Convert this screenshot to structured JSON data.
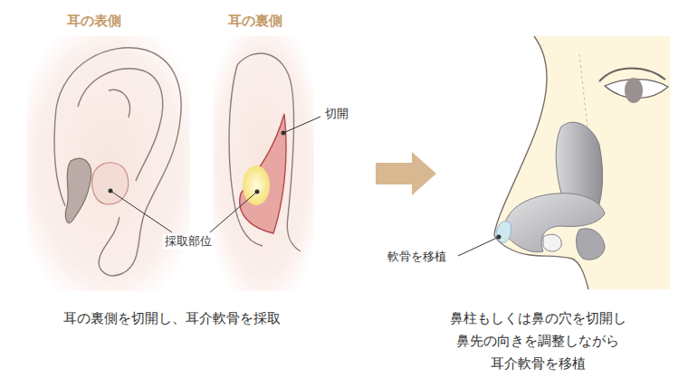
{
  "diagram": {
    "labels": [
      "耳の表側",
      "耳の裏側",
      "切開",
      "採取部位",
      "耳の裏側を切開し、耳介軟骨を採取",
      "鼻柱もしくは鼻の穴を切開し 鼻先の向きを調整しながら 耳介軟骨を移植",
      "軟骨を移植"
    ]
  }
}
